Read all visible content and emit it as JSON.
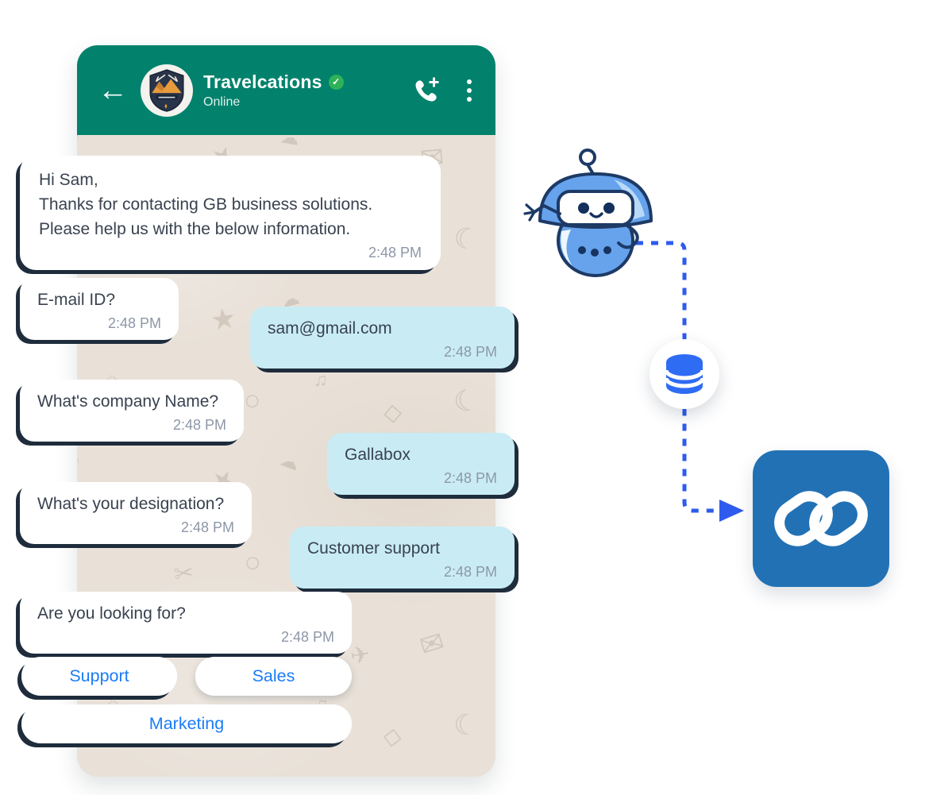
{
  "chat": {
    "header": {
      "title": "Travelcations",
      "status": "Online",
      "back_icon": "←"
    },
    "messages": [
      {
        "direction": "incoming",
        "lines": [
          "Hi Sam,",
          "Thanks for contacting GB business solutions.",
          "Please help us with the below information."
        ],
        "time": "2:48 PM"
      },
      {
        "direction": "incoming",
        "lines": [
          "E-mail ID?"
        ],
        "time": "2:48 PM"
      },
      {
        "direction": "outgoing",
        "lines": [
          "sam@gmail.com"
        ],
        "time": "2:48 PM"
      },
      {
        "direction": "incoming",
        "lines": [
          "What's company Name?"
        ],
        "time": "2:48 PM"
      },
      {
        "direction": "outgoing",
        "lines": [
          "Gallabox"
        ],
        "time": "2:48 PM"
      },
      {
        "direction": "incoming",
        "lines": [
          "What's your designation?"
        ],
        "time": "2:48 PM"
      },
      {
        "direction": "outgoing",
        "lines": [
          "Customer support"
        ],
        "time": "2:48 PM"
      },
      {
        "direction": "incoming",
        "lines": [
          "Are you looking for?"
        ],
        "time": "2:48 PM"
      }
    ],
    "quick_replies": [
      "Support",
      "Sales",
      "Marketing"
    ]
  },
  "icons": {
    "back": "back-arrow-icon",
    "verified": "verified-badge-icon",
    "add_call": "add-call-icon",
    "menu": "kebab-menu-icon",
    "robot": "chatbot-robot-illustration",
    "database": "database-icon",
    "crm": "zoho-crm-logo",
    "arrow": "flow-arrow-icon"
  },
  "colors": {
    "header_green": "#02826C",
    "chat_background": "#e9e1d8",
    "incoming_bubble": "#ffffff",
    "outgoing_bubble": "#c9ecf4",
    "bubble_shadow": "#1e2c3c",
    "message_text": "#39424f",
    "time_text": "#8d97a7",
    "quick_reply_text": "#1b7cf7",
    "verified_badge": "#2fb159",
    "flow_line_blue": "#2e5bee",
    "database_blue": "#2f6cf4",
    "crm_tile_blue": "#2271b5"
  }
}
